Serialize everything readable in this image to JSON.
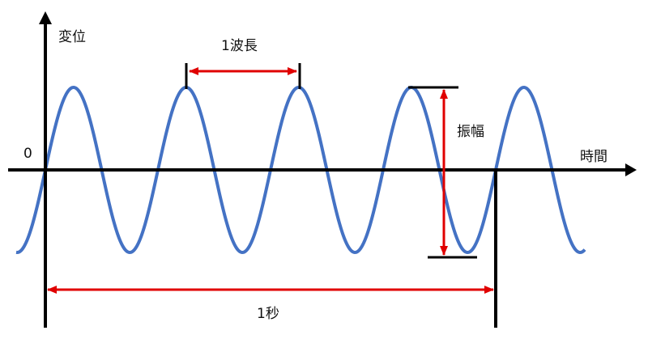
{
  "labels": {
    "y_axis": "変位",
    "x_axis": "時間",
    "origin": "0",
    "wavelength": "1波長",
    "amplitude": "振幅",
    "one_second": "1秒"
  },
  "wave": {
    "cycles_per_second": 4,
    "color": "#4472C4"
  },
  "colors": {
    "axis": "#000000",
    "annotation_arrow": "#E00000"
  }
}
